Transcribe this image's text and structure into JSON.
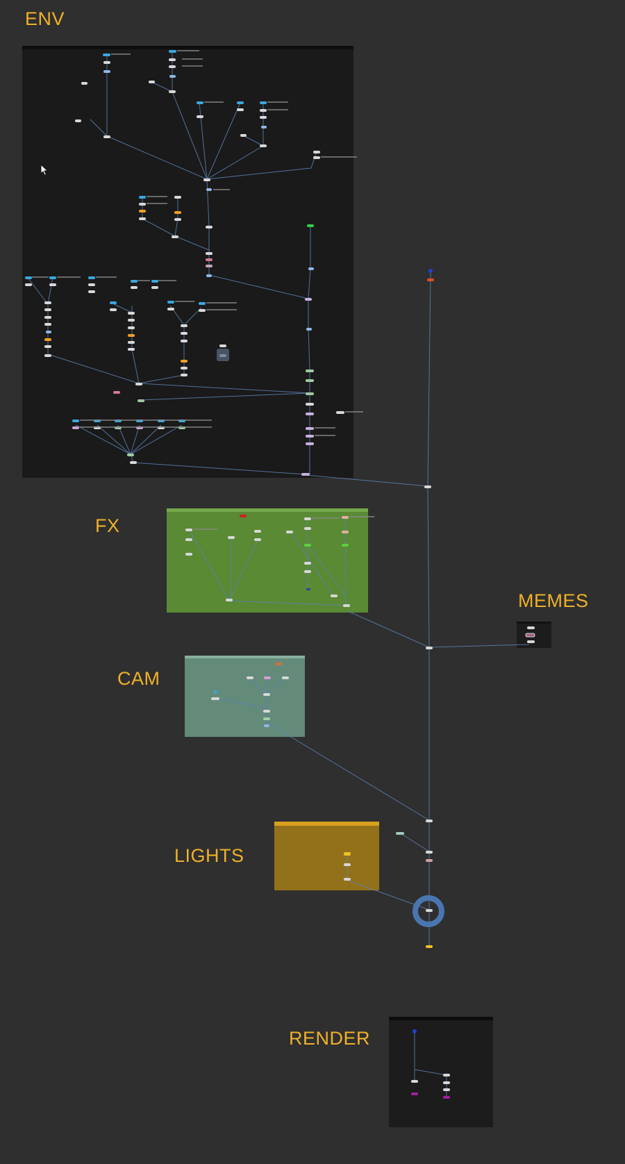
{
  "groups": {
    "env": {
      "title": "ENV",
      "color": "#1a1a1a",
      "header": "#0e0e0e"
    },
    "fx": {
      "title": "FX",
      "color": "#5a8a34",
      "header": "#74a84a"
    },
    "memes": {
      "title": "MEMES",
      "color": "#1c1c1c",
      "header": "#111111"
    },
    "cam": {
      "title": "CAM",
      "color": "#648a7a",
      "header": "#8ab0a0"
    },
    "lights": {
      "title": "LIGHTS",
      "color": "#93701a",
      "header": "#d8a01e"
    },
    "render": {
      "title": "RENDER",
      "color": "#1c1c1c",
      "header": "#0d0d0d"
    }
  },
  "colors": {
    "background": "#2f2f2f",
    "title": "#f0b128",
    "wire": "#5b82b5",
    "node": "#d8d8d8",
    "read_node": "#3aa7e0",
    "selection_ring": "#4a76b0"
  },
  "icons": [
    "mouse-cursor-icon",
    "viewer-ring-icon"
  ]
}
